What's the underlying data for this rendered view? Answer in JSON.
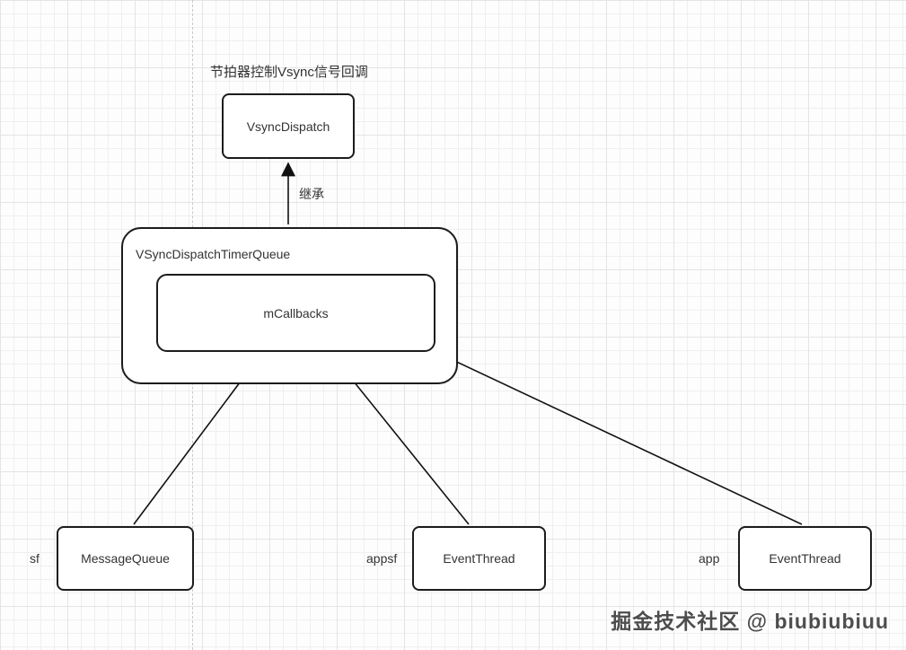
{
  "diagram": {
    "title": "节拍器控制Vsync信号回调",
    "nodes": {
      "vsync_dispatch": {
        "label": "VsyncDispatch"
      },
      "timer_queue": {
        "label": "VSyncDispatchTimerQueue"
      },
      "mcallbacks": {
        "label": "mCallbacks"
      },
      "message_queue": {
        "label": "MessageQueue",
        "tag": "sf"
      },
      "event_thread_appsf": {
        "label": "EventThread",
        "tag": "appsf"
      },
      "event_thread_app": {
        "label": "EventThread",
        "tag": "app"
      }
    },
    "edges": {
      "inherit_label": "继承"
    },
    "colors": {
      "stroke": "#1c1c1c",
      "grid_minor": "#efefef",
      "grid_major": "#e4e4e4"
    },
    "watermark": "掘金技术社区 @ biubiubiuu"
  }
}
